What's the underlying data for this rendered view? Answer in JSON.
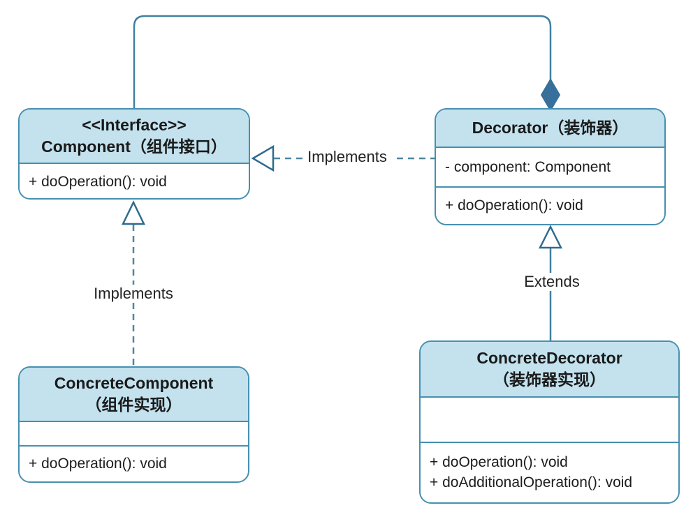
{
  "classes": {
    "component": {
      "stereotype": "<<Interface>>",
      "name": "Component（组件接口）",
      "methods": [
        "+ doOperation(): void"
      ]
    },
    "decorator": {
      "name": "Decorator（装饰器）",
      "fields": [
        "- component: Component"
      ],
      "methods": [
        "+ doOperation(): void"
      ]
    },
    "concreteComponent": {
      "name": "ConcreteComponent",
      "subtitle": "（组件实现）",
      "methods": [
        "+ doOperation(): void"
      ]
    },
    "concreteDecorator": {
      "name": "ConcreteDecorator",
      "subtitle": "（装饰器实现）",
      "methods": [
        "+ doOperation(): void",
        "+ doAdditionalOperation(): void"
      ]
    }
  },
  "edge_labels": {
    "decorator_implements_component": "Implements",
    "concrete_component_implements_component": "Implements",
    "concrete_decorator_extends_decorator": "Extends"
  },
  "colors": {
    "header_fill": "#c3e2ee",
    "box_border": "#4690b0",
    "connector_line": "#40809f",
    "dashed_line": "#4d86a0",
    "diamond_fill": "#36709b",
    "text": "#1c1c1c"
  }
}
